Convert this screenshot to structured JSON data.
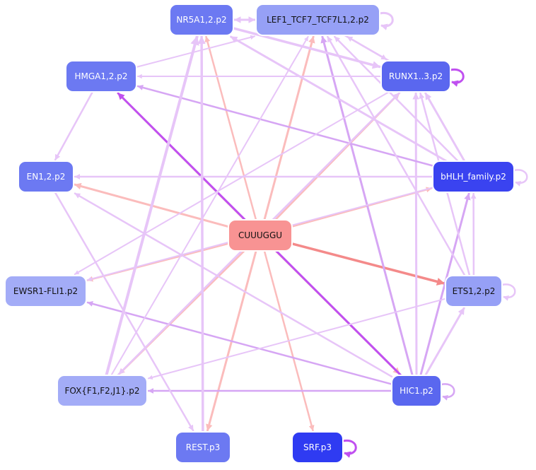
{
  "center": {
    "label": "CUUUGGU",
    "color": "#f89393"
  },
  "nodes": [
    {
      "id": "nr5a1",
      "label": "NR5A1,2.p2",
      "color": "#6c79f2",
      "text_color": "#ffffff"
    },
    {
      "id": "lef1",
      "label": "LEF1_TCF7_TCF7L1,2.p2",
      "color": "#96a0f6",
      "text_color": "#111111"
    },
    {
      "id": "hmga1",
      "label": "HMGA1,2.p2",
      "color": "#6c79f2",
      "text_color": "#ffffff"
    },
    {
      "id": "runx",
      "label": "RUNX1..3.p2",
      "color": "#5a67ef",
      "text_color": "#ffffff"
    },
    {
      "id": "en1",
      "label": "EN1,2.p2",
      "color": "#6c79f2",
      "text_color": "#ffffff"
    },
    {
      "id": "bhlh",
      "label": "bHLH_family.p2",
      "color": "#3a43f0",
      "text_color": "#ffffff"
    },
    {
      "id": "ewsr1",
      "label": "EWSR1-FLI1.p2",
      "color": "#a3acf7",
      "text_color": "#111111"
    },
    {
      "id": "ets1",
      "label": "ETS1,2.p2",
      "color": "#96a0f6",
      "text_color": "#111111"
    },
    {
      "id": "fox",
      "label": "FOX{F1,F2,J1}.p2",
      "color": "#a3acf7",
      "text_color": "#111111"
    },
    {
      "id": "hic1",
      "label": "HIC1.p2",
      "color": "#5a67ef",
      "text_color": "#ffffff"
    },
    {
      "id": "rest",
      "label": "REST.p3",
      "color": "#6c79f2",
      "text_color": "#ffffff"
    },
    {
      "id": "srf",
      "label": "SRF.p3",
      "color": "#2f3bf2",
      "text_color": "#ffffff"
    }
  ],
  "edge_colors": {
    "pink": "#fbbcbc",
    "salmon": "#f48a8a",
    "lavender": "#e7c5f8",
    "lilac": "#d6a6f4",
    "violet": "#c050f0"
  },
  "edges": [
    {
      "from": "center",
      "to": "nr5a1",
      "color": "pink",
      "w": 2.5
    },
    {
      "from": "center",
      "to": "lef1",
      "color": "pink",
      "w": 3
    },
    {
      "from": "center",
      "to": "hmga1",
      "color": "pink",
      "w": 3
    },
    {
      "from": "center",
      "to": "runx",
      "color": "pink",
      "w": 2.5
    },
    {
      "from": "center",
      "to": "en1",
      "color": "pink",
      "w": 3
    },
    {
      "from": "center",
      "to": "bhlh",
      "color": "pink",
      "w": 2.5
    },
    {
      "from": "center",
      "to": "ewsr1",
      "color": "pink",
      "w": 2.5
    },
    {
      "from": "center",
      "to": "ets1",
      "color": "salmon",
      "w": 3.5
    },
    {
      "from": "center",
      "to": "fox",
      "color": "pink",
      "w": 2.5
    },
    {
      "from": "center",
      "to": "hic1",
      "color": "pink",
      "w": 3
    },
    {
      "from": "center",
      "to": "rest",
      "color": "pink",
      "w": 3
    },
    {
      "from": "center",
      "to": "srf",
      "color": "pink",
      "w": 2.5
    },
    {
      "from": "hic1",
      "to": "hmga1",
      "color": "violet",
      "w": 3
    },
    {
      "from": "hic1",
      "to": "lef1",
      "color": "lilac",
      "w": 3
    },
    {
      "from": "hic1",
      "to": "runx",
      "color": "lavender",
      "w": 3
    },
    {
      "from": "hic1",
      "to": "bhlh",
      "color": "lilac",
      "w": 3
    },
    {
      "from": "hic1",
      "to": "ets1",
      "color": "lavender",
      "w": 3
    },
    {
      "from": "hic1",
      "to": "ewsr1",
      "color": "lilac",
      "w": 2.5
    },
    {
      "from": "hic1",
      "to": "fox",
      "color": "lilac",
      "w": 2.5
    },
    {
      "from": "hic1",
      "to": "en1",
      "color": "lavender",
      "w": 2.5
    },
    {
      "from": "bhlh",
      "to": "hmga1",
      "color": "lilac",
      "w": 2.5
    },
    {
      "from": "bhlh",
      "to": "en1",
      "color": "lavender",
      "w": 2.5
    },
    {
      "from": "bhlh",
      "to": "ewsr1",
      "color": "lavender",
      "w": 2
    },
    {
      "from": "bhlh",
      "to": "runx",
      "color": "lavender",
      "w": 3
    },
    {
      "from": "bhlh",
      "to": "nr5a1",
      "color": "lavender",
      "w": 3
    },
    {
      "from": "bhlh",
      "to": "lef1",
      "color": "lavender",
      "w": 2.5
    },
    {
      "from": "ets1",
      "to": "bhlh",
      "color": "lavender",
      "w": 2.5
    },
    {
      "from": "ets1",
      "to": "runx",
      "color": "lavender",
      "w": 2.5
    },
    {
      "from": "ets1",
      "to": "lef1",
      "color": "lavender",
      "w": 2.5
    },
    {
      "from": "ets1",
      "to": "fox",
      "color": "lavender",
      "w": 2
    },
    {
      "from": "fox",
      "to": "nr5a1",
      "color": "lavender",
      "w": 4
    },
    {
      "from": "fox",
      "to": "runx",
      "color": "lavender",
      "w": 2.5
    },
    {
      "from": "fox",
      "to": "lef1",
      "color": "lavender",
      "w": 2
    },
    {
      "from": "rest",
      "to": "nr5a1",
      "color": "lavender",
      "w": 3.5
    },
    {
      "from": "runx",
      "to": "fox",
      "color": "lavender",
      "w": 2.5
    },
    {
      "from": "en1",
      "to": "rest",
      "color": "lavender",
      "w": 2.5
    },
    {
      "from": "hmga1",
      "to": "en1",
      "color": "lavender",
      "w": 2.5
    },
    {
      "from": "hmga1",
      "to": "lef1",
      "color": "lavender",
      "w": 2
    },
    {
      "from": "runx",
      "to": "ewsr1",
      "color": "lavender",
      "w": 2
    },
    {
      "from": "runx",
      "to": "lef1",
      "color": "lavender",
      "w": 2.5
    },
    {
      "from": "runx",
      "to": "hmga1",
      "color": "lavender",
      "w": 2
    },
    {
      "from": "nr5a1",
      "to": "runx",
      "color": "lavender",
      "w": 3.5
    },
    {
      "from": "nr5a1",
      "to": "lef1",
      "color": "lavender",
      "w": 3
    },
    {
      "from": "lef1",
      "to": "nr5a1",
      "color": "lavender",
      "w": 3
    },
    {
      "from": "lef1",
      "to": "runx",
      "color": "lavender",
      "w": 2.5
    }
  ],
  "self_loops": [
    {
      "node": "lef1",
      "color": "lavender",
      "w": 3
    },
    {
      "node": "runx",
      "color": "violet",
      "w": 3
    },
    {
      "node": "bhlh",
      "color": "lavender",
      "w": 2.5
    },
    {
      "node": "ets1",
      "color": "lavender",
      "w": 2.5
    },
    {
      "node": "hic1",
      "color": "lilac",
      "w": 2.5
    },
    {
      "node": "srf",
      "color": "violet",
      "w": 3
    }
  ]
}
